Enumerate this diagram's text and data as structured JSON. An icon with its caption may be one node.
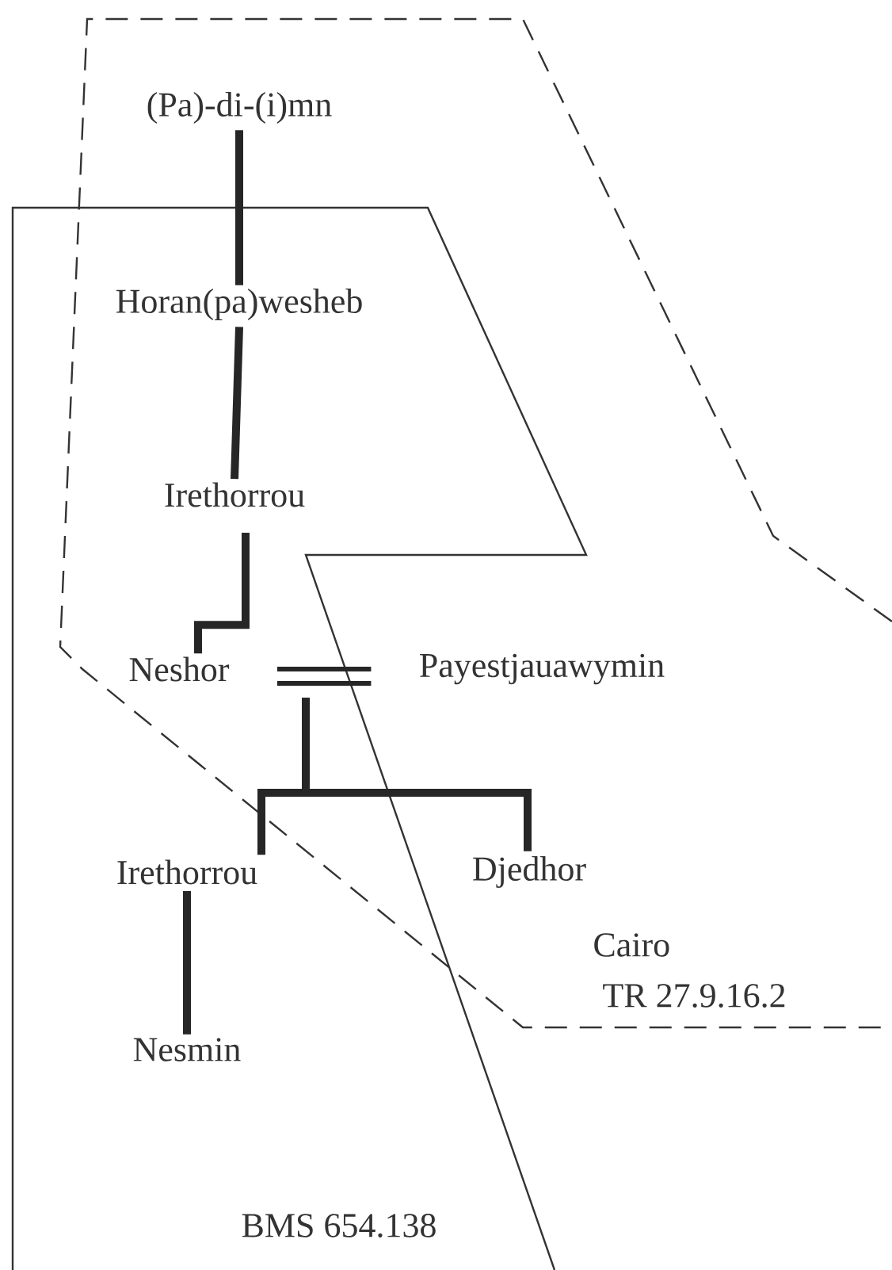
{
  "diagram": {
    "nodes": [
      {
        "text": [
          "(Pa)-di-(i)mn"
        ]
      },
      {
        "text": [
          "Horan(pa)wesheb"
        ]
      },
      {
        "text": [
          "Irethorrou"
        ]
      },
      {
        "text": [
          "Neshor"
        ]
      },
      {
        "text": [
          "Payestjauawymin"
        ]
      },
      {
        "text": [
          "Irethorrou"
        ]
      },
      {
        "text": [
          "Djedhor"
        ]
      },
      {
        "text": [
          "Nesmin"
        ]
      }
    ],
    "edges": [
      {
        "from": 0,
        "to": 1,
        "arrow": "none"
      },
      {
        "from": 1,
        "to": 2,
        "arrow": "none"
      },
      {
        "from": 2,
        "to": 3,
        "arrow": "none"
      },
      {
        "from": 3,
        "to": 4,
        "arrow": "none"
      },
      {
        "from": null,
        "to": 5,
        "arrow": "none"
      },
      {
        "from": null,
        "to": 6,
        "arrow": "none"
      },
      {
        "from": 5,
        "to": 7,
        "arrow": "none"
      }
    ],
    "labels": [
      "Cairo",
      "TR 27.9.16.2",
      "BMS 654.138"
    ]
  }
}
